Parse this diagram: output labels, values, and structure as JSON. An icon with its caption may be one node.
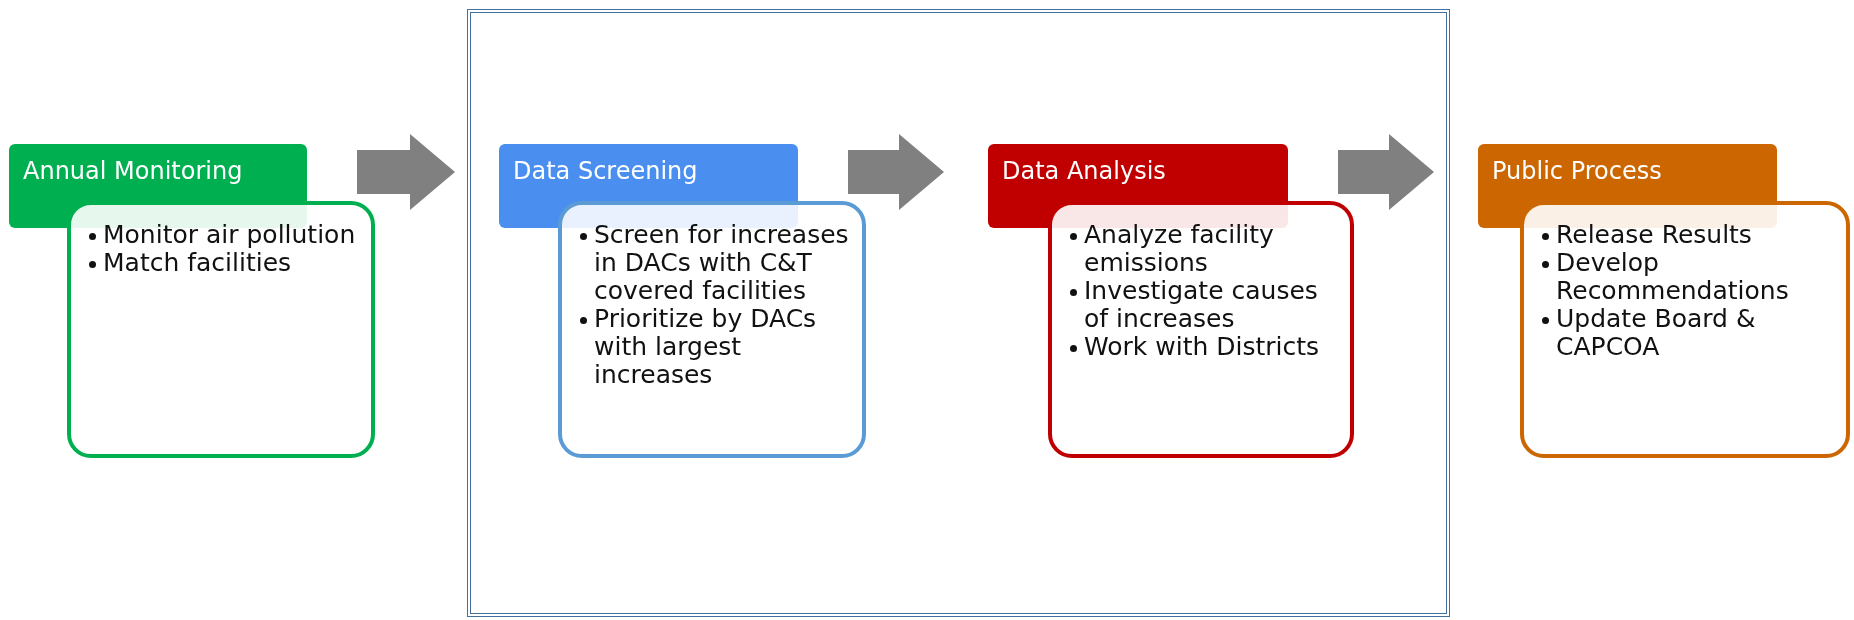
{
  "diagram": {
    "nodes": [
      {
        "text": [],
        "shape": "box"
      },
      {
        "text": [
          "Annual Monitoring"
        ]
      },
      {
        "text": [
          "Monitor air pollution",
          "Match facilities"
        ]
      },
      {
        "text": [
          "Data Screening"
        ],
        "in": 0
      },
      {
        "text": [
          "Screen for increases in DACs with C&T covered facilities",
          "Prioritize by DACs with largest increases"
        ],
        "in": 0
      },
      {
        "text": [
          "Data Analysis"
        ],
        "in": 0
      },
      {
        "text": [
          "Analyze facility emissions",
          "Investigate causes of increases",
          "Work with Districts"
        ],
        "in": 0
      },
      {
        "text": [
          "Public Process"
        ]
      },
      {
        "text": [
          "Release Results",
          "Develop Recommendations",
          "Update Board & CAPCOA"
        ]
      }
    ],
    "edges": [
      {
        "from": 1,
        "to": 3,
        "arrow": "to"
      },
      {
        "from": 3,
        "to": 5,
        "arrow": "to"
      },
      {
        "from": 5,
        "to": 7,
        "arrow": "to"
      }
    ]
  }
}
